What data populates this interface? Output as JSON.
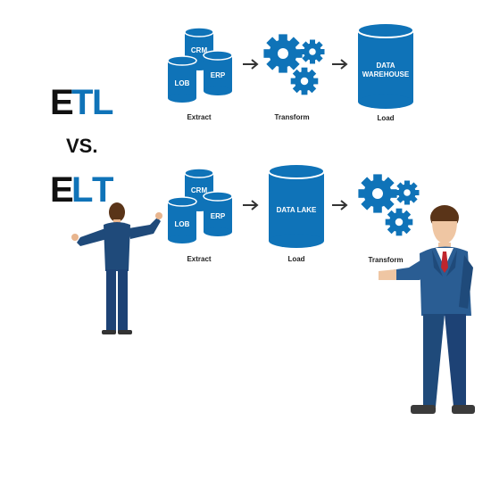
{
  "heading": {
    "etl": [
      "E",
      "T",
      "L"
    ],
    "vs": "VS.",
    "elt": [
      "E",
      "L",
      "T"
    ]
  },
  "colors": {
    "blue": "#0f73b8",
    "dark": "#111111",
    "arrow": "#333333",
    "suit_navy": "#1f4a7a",
    "suit_blue": "#2a5d93"
  },
  "etl": {
    "sources": [
      "CRM",
      "LOB",
      "ERP"
    ],
    "target": [
      "DATA",
      "WAREHOUSE"
    ],
    "steps": [
      "Extract",
      "Transform",
      "Load"
    ]
  },
  "elt": {
    "sources": [
      "CRM",
      "LOB",
      "ERP"
    ],
    "target": [
      "DATA LAKE"
    ],
    "steps": [
      "Extract",
      "Load",
      "Transform"
    ]
  },
  "icons": [
    "database-icon",
    "gears-icon",
    "arrow-right-icon",
    "presenter-figure",
    "businessman-figure"
  ]
}
